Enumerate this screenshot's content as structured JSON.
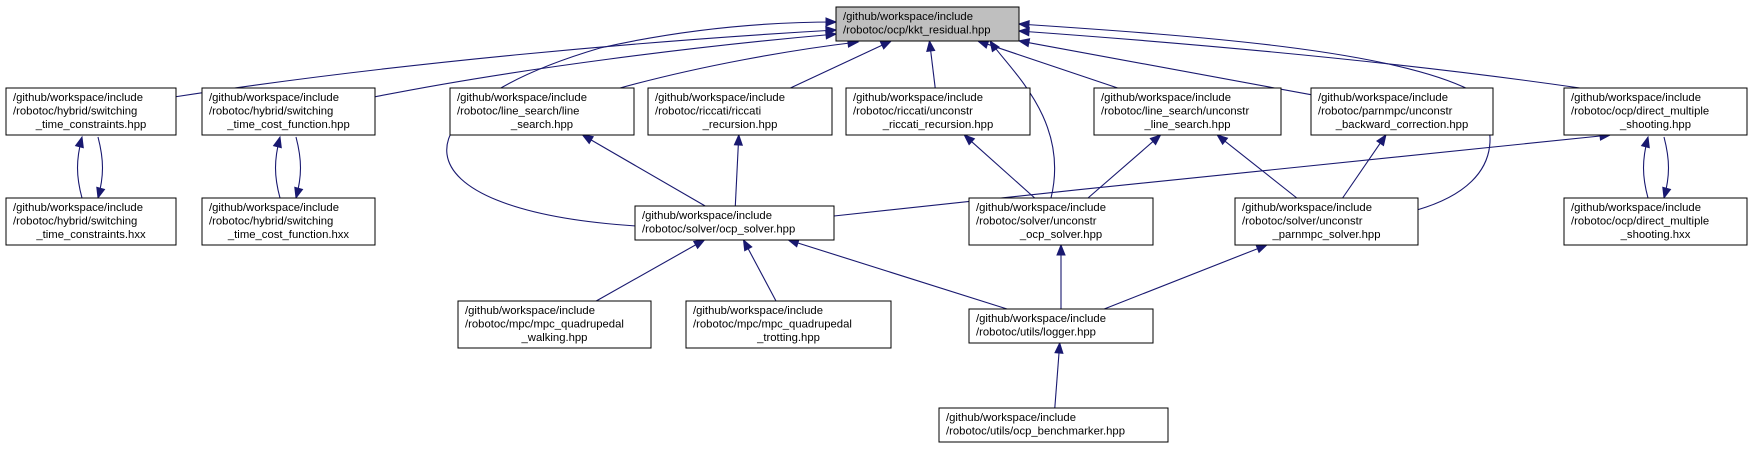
{
  "colors": {
    "edge": "#191970",
    "node_border": "#000000",
    "focus_fill": "#bfbfbf",
    "background": "#ffffff"
  },
  "nodes": [
    {
      "id": "kkt",
      "focus": true,
      "lines": [
        "/github/workspace/include",
        "/robotoc/ocp/kkt_residual.hpp"
      ]
    },
    {
      "id": "stc",
      "lines": [
        "/github/workspace/include",
        "/robotoc/hybrid/switching",
        "_time_constraints.hpp"
      ]
    },
    {
      "id": "stcf",
      "lines": [
        "/github/workspace/include",
        "/robotoc/hybrid/switching",
        "_time_cost_function.hpp"
      ]
    },
    {
      "id": "ls",
      "lines": [
        "/github/workspace/include",
        "/robotoc/line_search/line",
        "_search.hpp"
      ]
    },
    {
      "id": "rr",
      "lines": [
        "/github/workspace/include",
        "/robotoc/riccati/riccati",
        "_recursion.hpp"
      ]
    },
    {
      "id": "urr",
      "lines": [
        "/github/workspace/include",
        "/robotoc/riccati/unconstr",
        "_riccati_recursion.hpp"
      ]
    },
    {
      "id": "uls",
      "lines": [
        "/github/workspace/include",
        "/robotoc/line_search/unconstr",
        "_line_search.hpp"
      ]
    },
    {
      "id": "ubc",
      "lines": [
        "/github/workspace/include",
        "/robotoc/parnmpc/unconstr",
        "_backward_correction.hpp"
      ]
    },
    {
      "id": "dms",
      "lines": [
        "/github/workspace/include",
        "/robotoc/ocp/direct_multiple",
        "_shooting.hpp"
      ]
    },
    {
      "id": "stcx",
      "lines": [
        "/github/workspace/include",
        "/robotoc/hybrid/switching",
        "_time_constraints.hxx"
      ]
    },
    {
      "id": "stcfx",
      "lines": [
        "/github/workspace/include",
        "/robotoc/hybrid/switching",
        "_time_cost_function.hxx"
      ]
    },
    {
      "id": "ocps",
      "lines": [
        "/github/workspace/include",
        "/robotoc/solver/ocp_solver.hpp"
      ]
    },
    {
      "id": "uocps",
      "lines": [
        "/github/workspace/include",
        "/robotoc/solver/unconstr",
        "_ocp_solver.hpp"
      ]
    },
    {
      "id": "upns",
      "lines": [
        "/github/workspace/include",
        "/robotoc/solver/unconstr",
        "_parnmpc_solver.hpp"
      ]
    },
    {
      "id": "dmsx",
      "lines": [
        "/github/workspace/include",
        "/robotoc/ocp/direct_multiple",
        "_shooting.hxx"
      ]
    },
    {
      "id": "mqw",
      "lines": [
        "/github/workspace/include",
        "/robotoc/mpc/mpc_quadrupedal",
        "_walking.hpp"
      ]
    },
    {
      "id": "mqt",
      "lines": [
        "/github/workspace/include",
        "/robotoc/mpc/mpc_quadrupedal",
        "_trotting.hpp"
      ]
    },
    {
      "id": "log",
      "lines": [
        "/github/workspace/include",
        "/robotoc/utils/logger.hpp"
      ]
    },
    {
      "id": "bench",
      "lines": [
        "/github/workspace/include",
        "/robotoc/utils/ocp_benchmarker.hpp"
      ]
    }
  ],
  "edges": [
    {
      "from": "stc",
      "to": "kkt"
    },
    {
      "from": "stcf",
      "to": "kkt"
    },
    {
      "from": "ls",
      "to": "kkt"
    },
    {
      "from": "rr",
      "to": "kkt"
    },
    {
      "from": "urr",
      "to": "kkt"
    },
    {
      "from": "uls",
      "to": "kkt"
    },
    {
      "from": "ubc",
      "to": "kkt"
    },
    {
      "from": "dms",
      "to": "kkt"
    },
    {
      "from": "ocps",
      "to": "kkt"
    },
    {
      "from": "uocps",
      "to": "kkt"
    },
    {
      "from": "upns",
      "to": "kkt"
    },
    {
      "from": "stcx",
      "to": "stc"
    },
    {
      "from": "stc",
      "to": "stcx"
    },
    {
      "from": "stcfx",
      "to": "stcf"
    },
    {
      "from": "stcf",
      "to": "stcfx"
    },
    {
      "from": "dmsx",
      "to": "dms"
    },
    {
      "from": "dms",
      "to": "dmsx"
    },
    {
      "from": "ocps",
      "to": "ls"
    },
    {
      "from": "ocps",
      "to": "rr"
    },
    {
      "from": "ocps",
      "to": "dms"
    },
    {
      "from": "uocps",
      "to": "urr"
    },
    {
      "from": "uocps",
      "to": "uls"
    },
    {
      "from": "upns",
      "to": "uls"
    },
    {
      "from": "upns",
      "to": "ubc"
    },
    {
      "from": "mqw",
      "to": "ocps"
    },
    {
      "from": "mqt",
      "to": "ocps"
    },
    {
      "from": "log",
      "to": "ocps"
    },
    {
      "from": "log",
      "to": "uocps"
    },
    {
      "from": "log",
      "to": "upns"
    },
    {
      "from": "bench",
      "to": "log"
    }
  ]
}
